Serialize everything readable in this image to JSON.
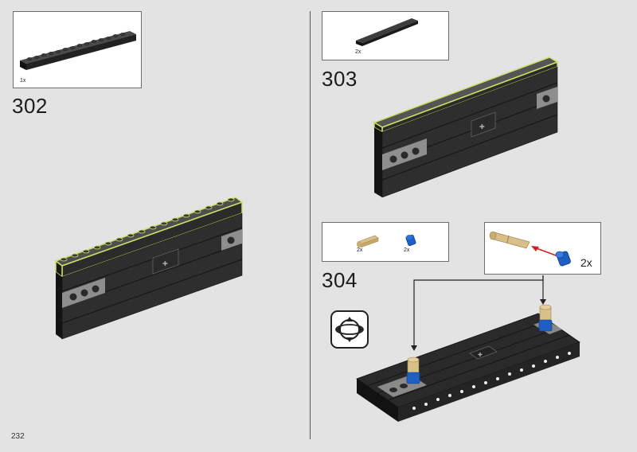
{
  "page": {
    "number": "232"
  },
  "steps": [
    {
      "number": "302",
      "parts": [
        {
          "qty": "1x",
          "icon": "black-1x16-beam-icon"
        }
      ]
    },
    {
      "number": "303",
      "parts": [
        {
          "qty": "2x",
          "icon": "black-tile-plate-icon"
        }
      ]
    },
    {
      "number": "304",
      "parts": [
        {
          "qty": "2x",
          "icon": "tan-axle-pin-icon"
        },
        {
          "qty": "2x",
          "icon": "blue-bush-icon"
        }
      ],
      "callout": {
        "qty": "2x"
      },
      "rotate_icon": "rotate-model-icon"
    }
  ],
  "colors": {
    "accent_new_part": "#c9e26a",
    "arrow": "#d42020",
    "brick": "#2b2b2b",
    "bush": "#1f5fc4",
    "pin": "#d9c08a"
  }
}
